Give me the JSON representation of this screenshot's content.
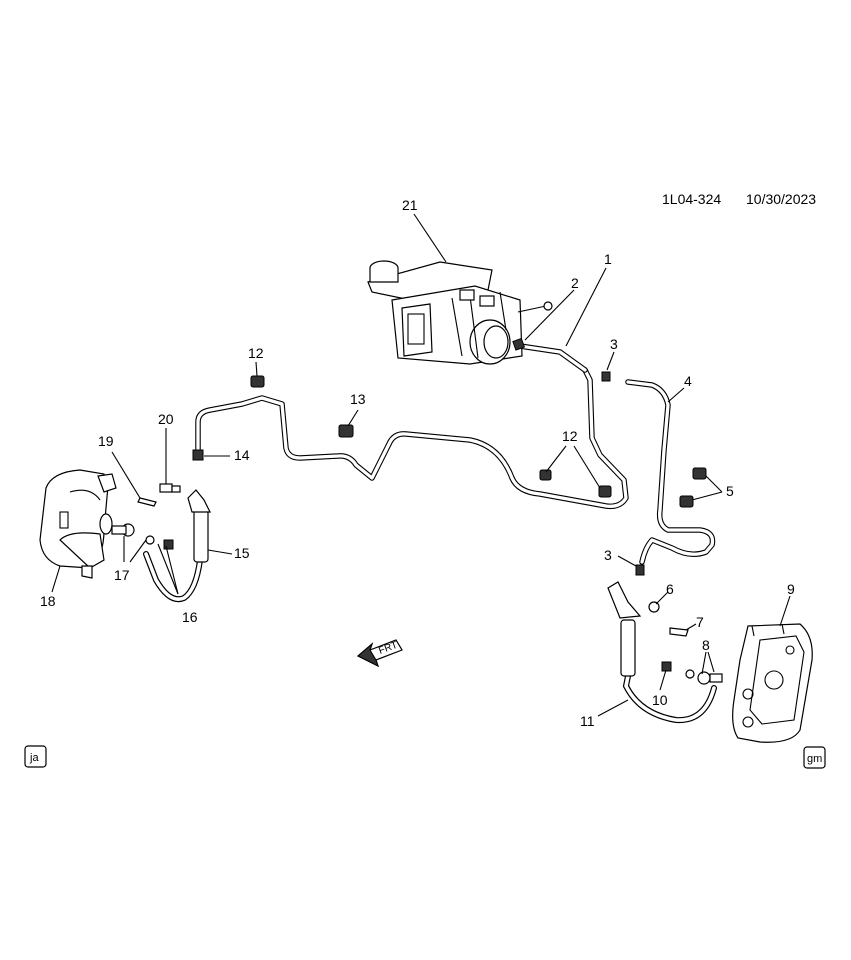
{
  "header": {
    "diagram_id": "1L04-324",
    "date": "10/30/2023"
  },
  "callouts": [
    "1",
    "2",
    "3",
    "3",
    "4",
    "5",
    "6",
    "7",
    "8",
    "9",
    "10",
    "11",
    "12",
    "12",
    "13",
    "14",
    "15",
    "16",
    "17",
    "18",
    "19",
    "20",
    "21"
  ],
  "front_arrow_label": "FRT",
  "corner_badges": {
    "left": "ja",
    "right": "gm"
  }
}
